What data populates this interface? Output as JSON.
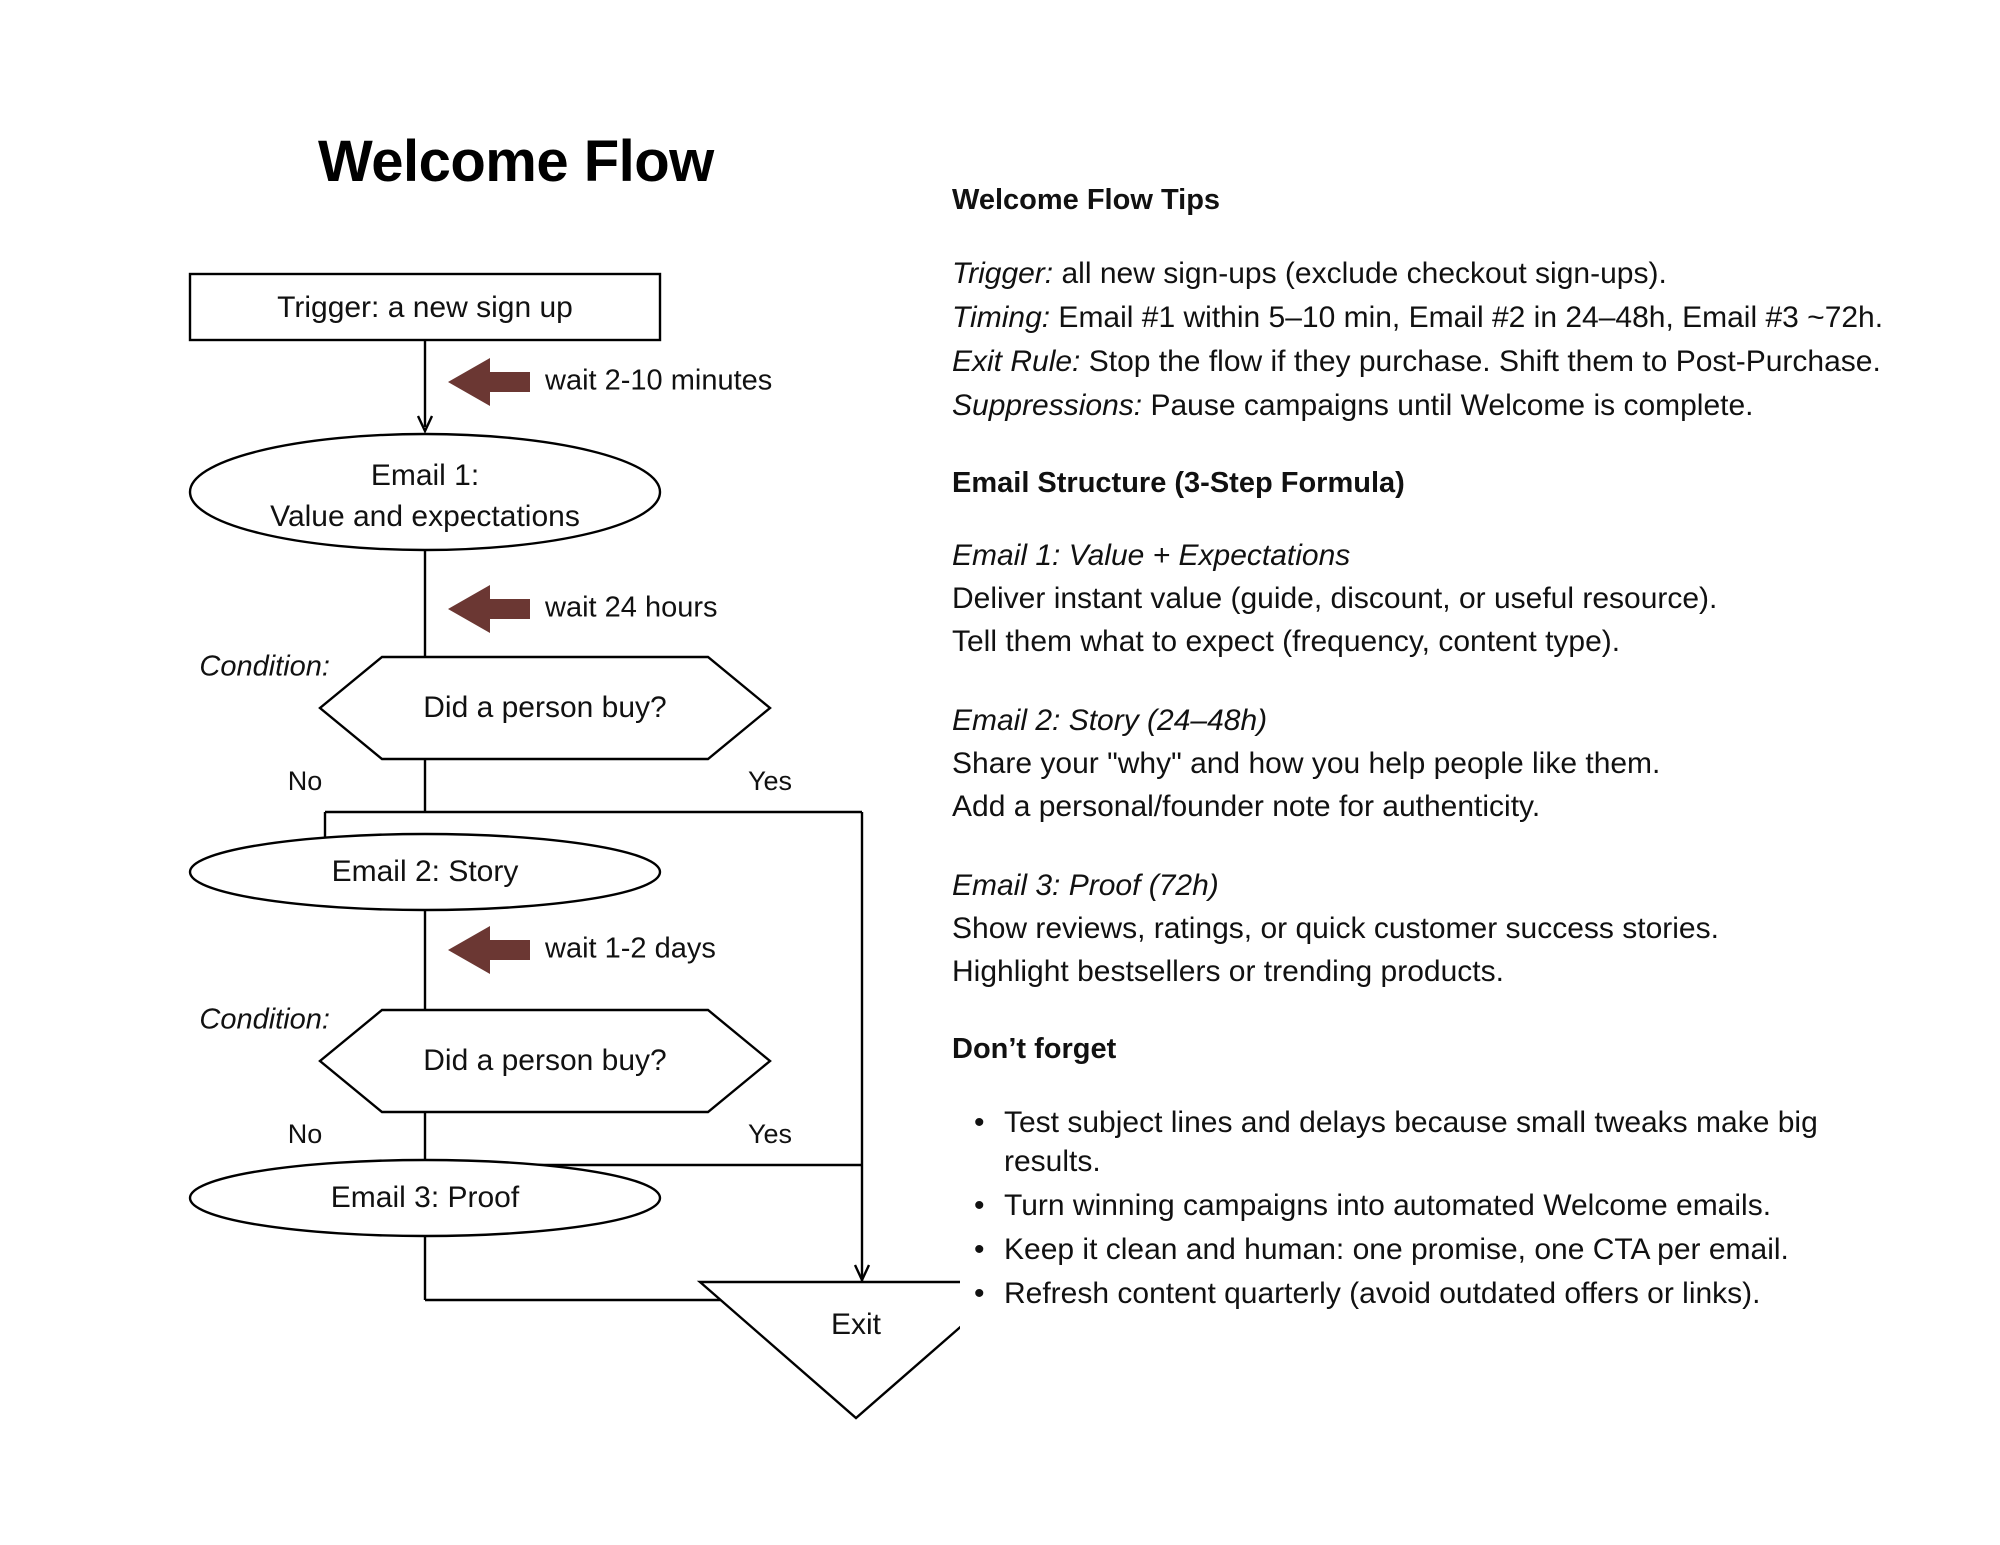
{
  "flow": {
    "title": "Welcome Flow",
    "nodes": {
      "trigger": "Trigger: a new sign up",
      "email1_line1": "Email 1:",
      "email1_line2": "Value and expectations",
      "condition1": "Did a person buy?",
      "email2": "Email 2: Story",
      "condition2": "Did a person buy?",
      "email3": "Email 3: Proof",
      "exit": "Exit"
    },
    "labels": {
      "condition_prefix_1": "Condition:",
      "condition_prefix_2": "Condition:",
      "no_1": "No",
      "yes_1": "Yes",
      "no_2": "No",
      "yes_2": "Yes"
    },
    "waits": [
      {
        "name": "wait-1",
        "text": "wait 2-10 minutes"
      },
      {
        "name": "wait-2",
        "text": "wait 24 hours"
      },
      {
        "name": "wait-3",
        "text": "wait 1-2 days"
      }
    ],
    "colors": {
      "arrow": "#6b3733",
      "line": "#000000",
      "text": "#111111",
      "background": "#ffffff"
    }
  },
  "tips": {
    "heading": "Welcome Flow Tips",
    "rules": [
      {
        "label": "Trigger:",
        "text": " all new sign-ups (exclude checkout sign-ups)."
      },
      {
        "label": "Timing:",
        "text": " Email #1 within 5–10 min, Email #2 in 24–48h, Email #3 ~72h."
      },
      {
        "label": "Exit Rule:",
        "text": " Stop the flow if they purchase. Shift them to Post-Purchase."
      },
      {
        "label": "Suppressions:",
        "text": " Pause campaigns until Welcome is complete."
      }
    ],
    "structure_heading": "Email Structure (3-Step Formula)",
    "structure": [
      {
        "title": "Email 1: Value + Expectations",
        "lines": [
          "Deliver instant value (guide, discount, or useful resource).",
          "Tell them what to expect (frequency, content type)."
        ]
      },
      {
        "title": "Email 2: Story (24–48h)",
        "lines": [
          "Share your \"why\" and how you help people like them.",
          "Add a personal/founder note for authenticity."
        ]
      },
      {
        "title": "Email 3: Proof (72h)",
        "lines": [
          "Show reviews, ratings, or quick customer success stories.",
          "Highlight bestsellers or trending products."
        ]
      }
    ],
    "dont_forget_heading": "Don’t forget",
    "bullets": [
      "Test subject lines and delays because small tweaks make big results.",
      "Turn winning campaigns into automated Welcome emails.",
      "Keep it clean and human: one promise, one CTA per email.",
      "Refresh content quarterly (avoid outdated offers or links)."
    ]
  }
}
